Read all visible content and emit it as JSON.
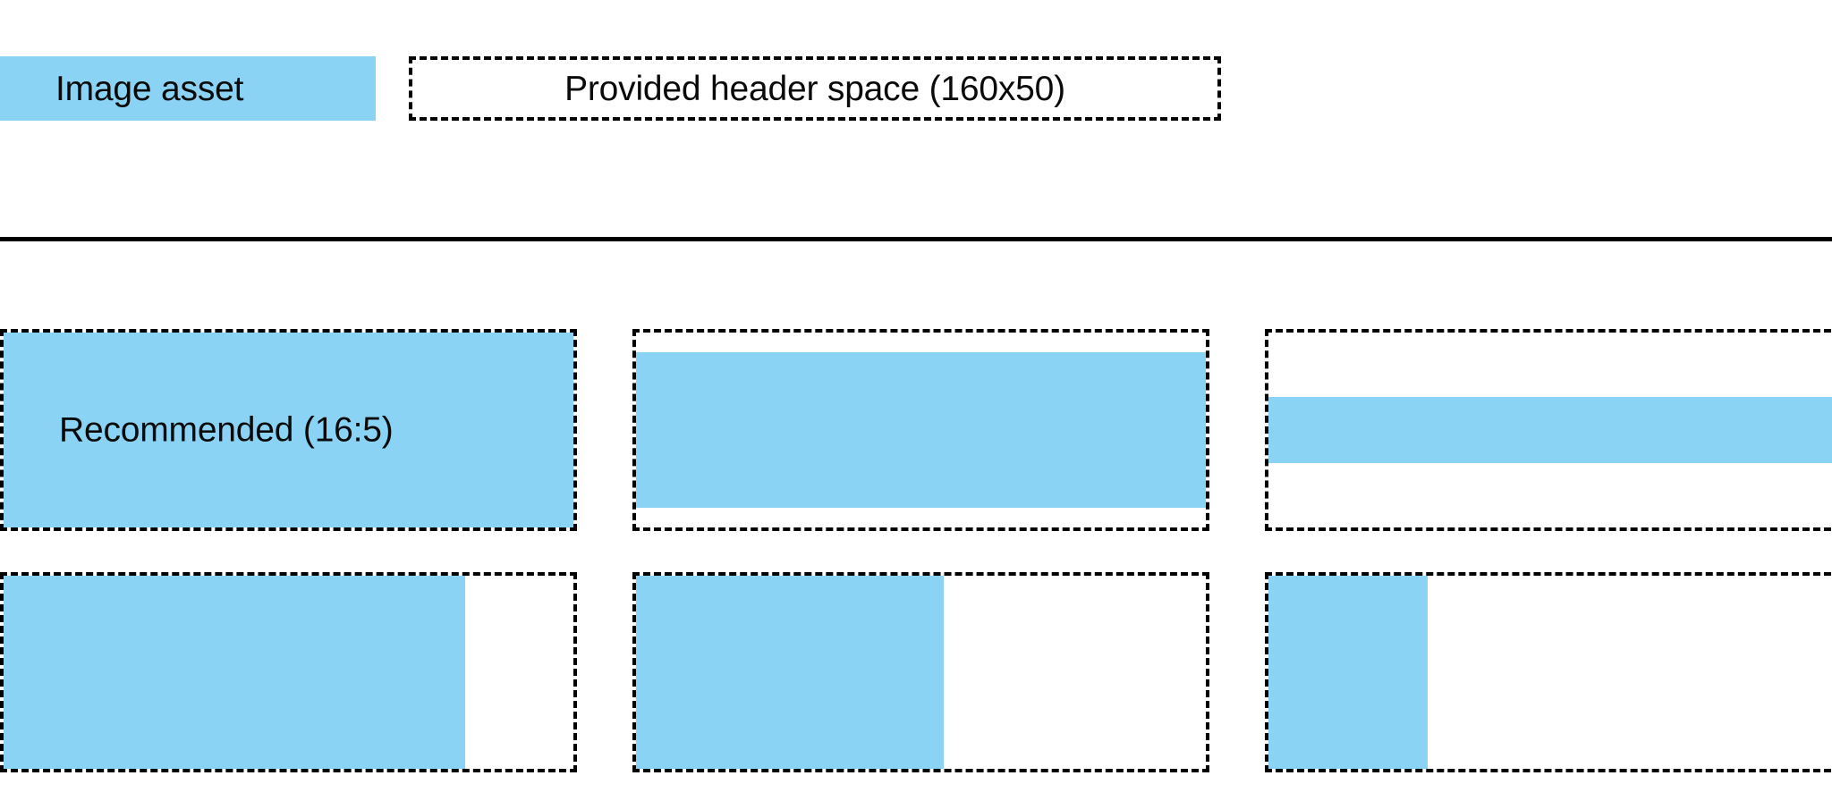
{
  "colors": {
    "accent": "#8ad3f5",
    "outline": "#000000",
    "background": "#ffffff",
    "text": "#000000"
  },
  "legend": {
    "swatch_label": "Image asset",
    "outline_label": "Provided header space (160x50)"
  },
  "divider": {
    "present": true
  },
  "examples": {
    "rows": [
      {
        "name": "row-recommended",
        "cells": [
          {
            "name": "cell-recommended-16-5",
            "label": "Recommended (16:5)",
            "fill": {
              "left_pct": 0,
              "top_pct": 0,
              "width_pct": 100,
              "height_pct": 100
            }
          },
          {
            "name": "cell-wide-short-fill",
            "label": "",
            "fill": {
              "left_pct": 0,
              "top_pct": 10,
              "width_pct": 100,
              "height_pct": 80
            }
          },
          {
            "name": "cell-wide-band-fill",
            "label": "",
            "fill": {
              "left_pct": 0,
              "top_pct": 33,
              "width_pct": 100,
              "height_pct": 34
            }
          }
        ]
      },
      {
        "name": "row-narrow-fills",
        "cells": [
          {
            "name": "cell-fill-81-percent",
            "label": "",
            "fill": {
              "left_pct": 0,
              "top_pct": 0,
              "width_pct": 81,
              "height_pct": 100
            }
          },
          {
            "name": "cell-fill-54-percent",
            "label": "",
            "fill": {
              "left_pct": 0,
              "top_pct": 0,
              "width_pct": 54,
              "height_pct": 100
            }
          },
          {
            "name": "cell-fill-28-percent",
            "label": "",
            "fill": {
              "left_pct": 0,
              "top_pct": 0,
              "width_pct": 28,
              "height_pct": 100
            }
          }
        ]
      }
    ]
  }
}
